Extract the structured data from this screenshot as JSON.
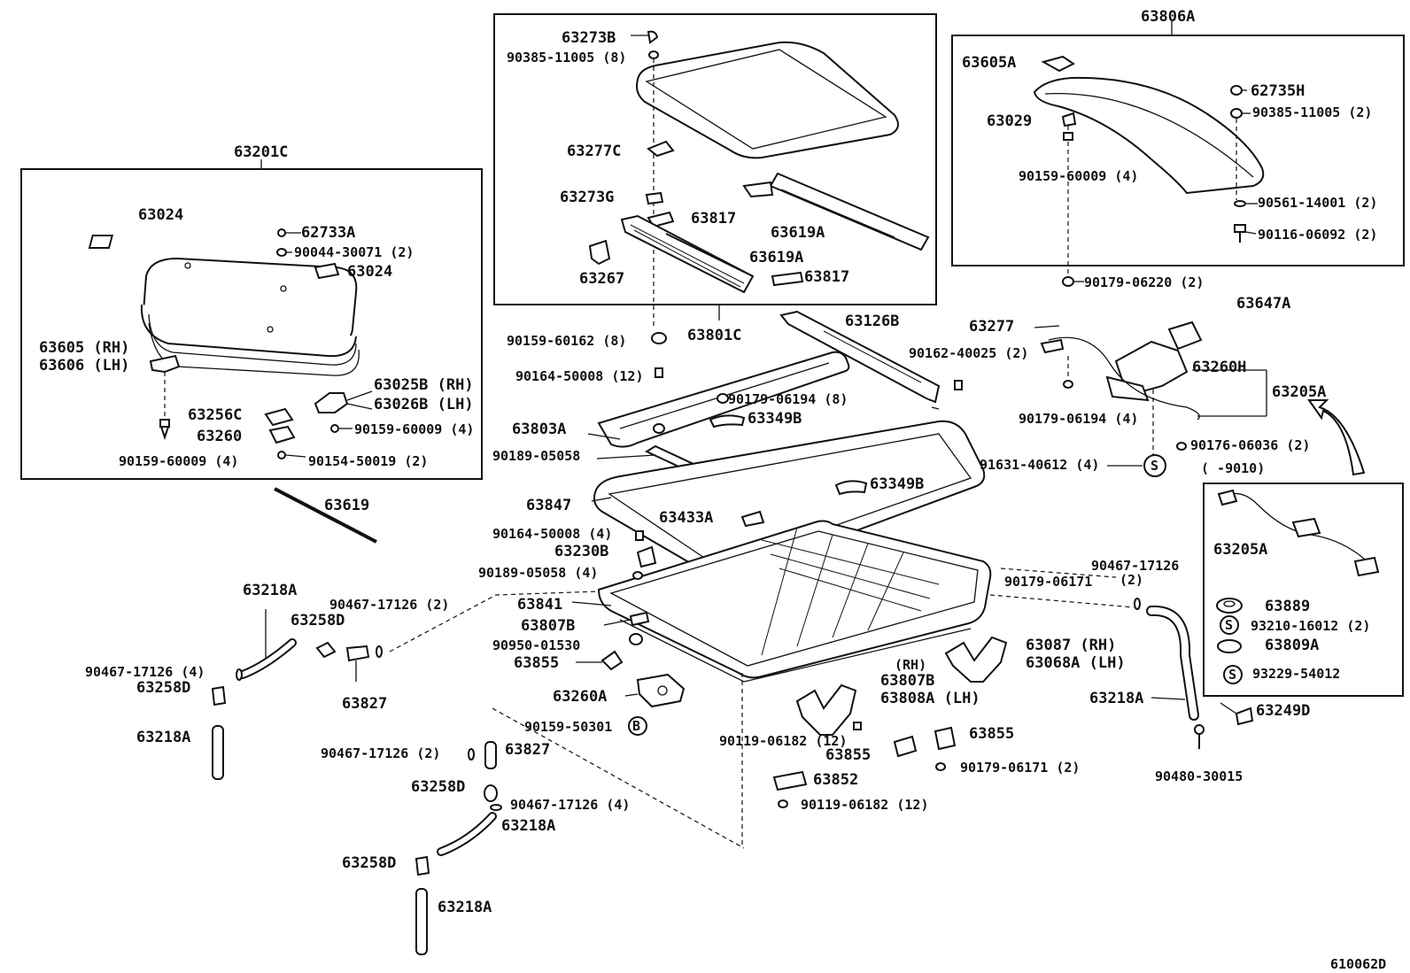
{
  "labels": {
    "l63201C": "63201C",
    "l63024a": "63024",
    "l62733A": "62733A",
    "l90044": "90044-30071 (2)",
    "l63024b": "63024",
    "l63605RH": "63605 (RH)",
    "l63606LH": "63606 (LH)",
    "l63025B": "63025B (RH)",
    "l63026B": "63026B (LH)",
    "l63256C": "63256C",
    "l90159_60009_4a": "90159-60009 (4)",
    "l63260": "63260",
    "l90159_60009_4b": "90159-60009 (4)",
    "l90154": "90154-50019 (2)",
    "l63619": "63619",
    "l63273B": "63273B",
    "l90385a": "90385-11005 (8)",
    "l63277C": "63277C",
    "l63273G": "63273G",
    "l63817a": "63817",
    "l63619Aa": "63619A",
    "l63619Ab": "63619A",
    "l63267": "63267",
    "l63817b": "63817",
    "l63801C": "63801C",
    "l63806A": "63806A",
    "l63605A": "63605A",
    "l62735H": "62735H",
    "l90385b": "90385-11005 (2)",
    "l63029": "63029",
    "l90159_60009_4c": "90159-60009 (4)",
    "l90561": "90561-14001 (2)",
    "l90116": "90116-06092 (2)",
    "l90179_06220": "90179-06220 (2)",
    "l90159_60162": "90159-60162 (8)",
    "l63126B": "63126B",
    "l63277": "63277",
    "l63647A": "63647A",
    "l90162": "90162-40025 (2)",
    "l63260H": "63260H",
    "l63205Aa": "63205A",
    "l90164_12": "90164-50008 (12)",
    "l90179_06194_8": "90179-06194 (8)",
    "l90179_06194_4": "90179-06194 (4)",
    "l63803A": "63803A",
    "l63349Ba": "63349B",
    "l90189a": "90189-05058",
    "l90176": "90176-06036 (2)",
    "l91631": "91631-40612 (4)",
    "l9010": "( -9010)",
    "l63349Bb": "63349B",
    "l63847": "63847",
    "l63433A": "63433A",
    "l90164_4": "90164-50008 (4)",
    "l63230B": "63230B",
    "l63205Ab": "63205A",
    "l90189b": "90189-05058 (4)",
    "l90467_2a": "90467-17126 (2)",
    "l90467_2b": "90467-17126",
    "l90467_2b_q": "(2)",
    "l90179_06171a": "90179-06171",
    "l63218Aa": "63218A",
    "l63258Da": "63258D",
    "l63841": "63841",
    "l63807Ba": "63807B",
    "l63889": "63889",
    "l93210": "93210-16012 (2)",
    "l90467_4a": "90467-17126 (4)",
    "l90950": "90950-01530",
    "l63087": "63087  (RH)",
    "l63068A": "63068A (LH)",
    "l63809A": "63809A",
    "l63258Db": "63258D",
    "l63855a": "63855",
    "l63827a": "63827",
    "l93229": "93229-54012",
    "l63807Bb": "63807B",
    "l63807Bb_rh": "(RH)",
    "l63808A": "63808A (LH)",
    "l63218Ab": "63218A",
    "l63260A": "63260A",
    "l63218Ac": "63218A",
    "l63249D": "63249D",
    "l90159_50301": "90159-50301",
    "l90119_12a": "90119-06182 (12)",
    "l63855b": "63855",
    "l63855c": "63855",
    "l90467_2c": "90467-17126 (2)",
    "l63827b": "63827",
    "l90179_06171b": "90179-06171 (2)",
    "l90480": "90480-30015",
    "l63852": "63852",
    "l63258Dc": "63258D",
    "l90467_4b": "90467-17126 (4)",
    "l90119_12b": "90119-06182 (12)",
    "l63218Ad": "63218A",
    "l63258Dd": "63258D",
    "l63218Ae": "63218A",
    "l610062D": "610062D",
    "symS": "S",
    "symB": "B"
  }
}
